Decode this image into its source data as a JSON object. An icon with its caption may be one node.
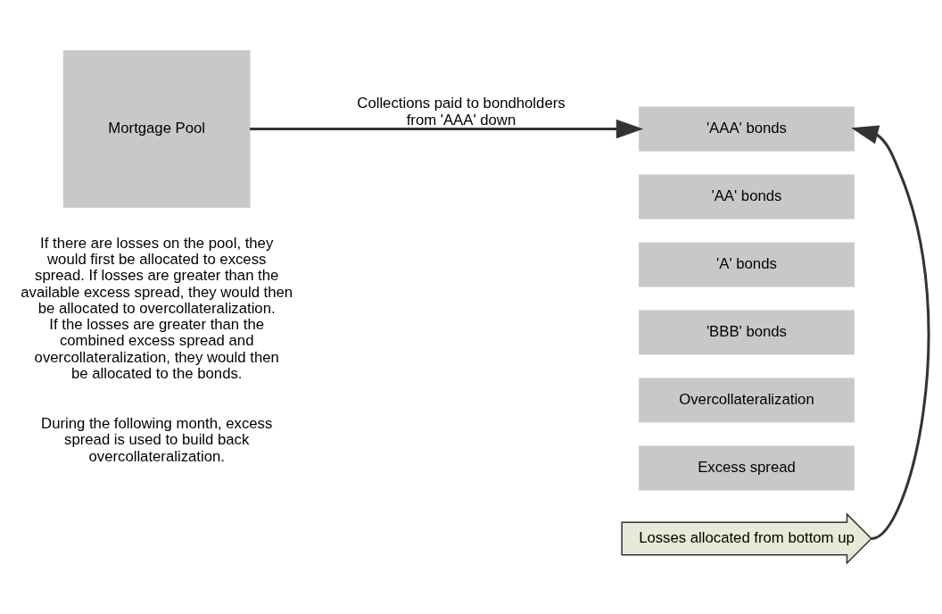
{
  "diagram": {
    "nodes": [
      {
        "text": [
          "Mortgage Pool"
        ]
      },
      {
        "text": [
          "'AAA' bonds"
        ]
      },
      {
        "text": [
          "'AA' bonds"
        ]
      },
      {
        "text": [
          "'A' bonds"
        ]
      },
      {
        "text": [
          "'BBB' bonds"
        ]
      },
      {
        "text": [
          "Overcollateralization"
        ]
      },
      {
        "text": [
          "Excess spread"
        ]
      },
      {
        "text": [
          "Losses allocated from bottom up"
        ]
      }
    ],
    "edges": [
      {
        "from": 0,
        "to": 1,
        "arrow": "to",
        "label": "Collections paid to bondholders from 'AAA' down"
      },
      {
        "from": 7,
        "to": 1,
        "arrow": "to"
      }
    ],
    "labels": [
      "If there are losses on the pool, they would first be allocated to excess spread. If losses are greater than the available excess spread, they would then be allocated to overcollateralization. If the losses are greater than the combined excess spread and overcollateralization, they would then be allocated to the bonds.",
      "During the following month, excess spread is used to build back overcollateralization."
    ]
  }
}
